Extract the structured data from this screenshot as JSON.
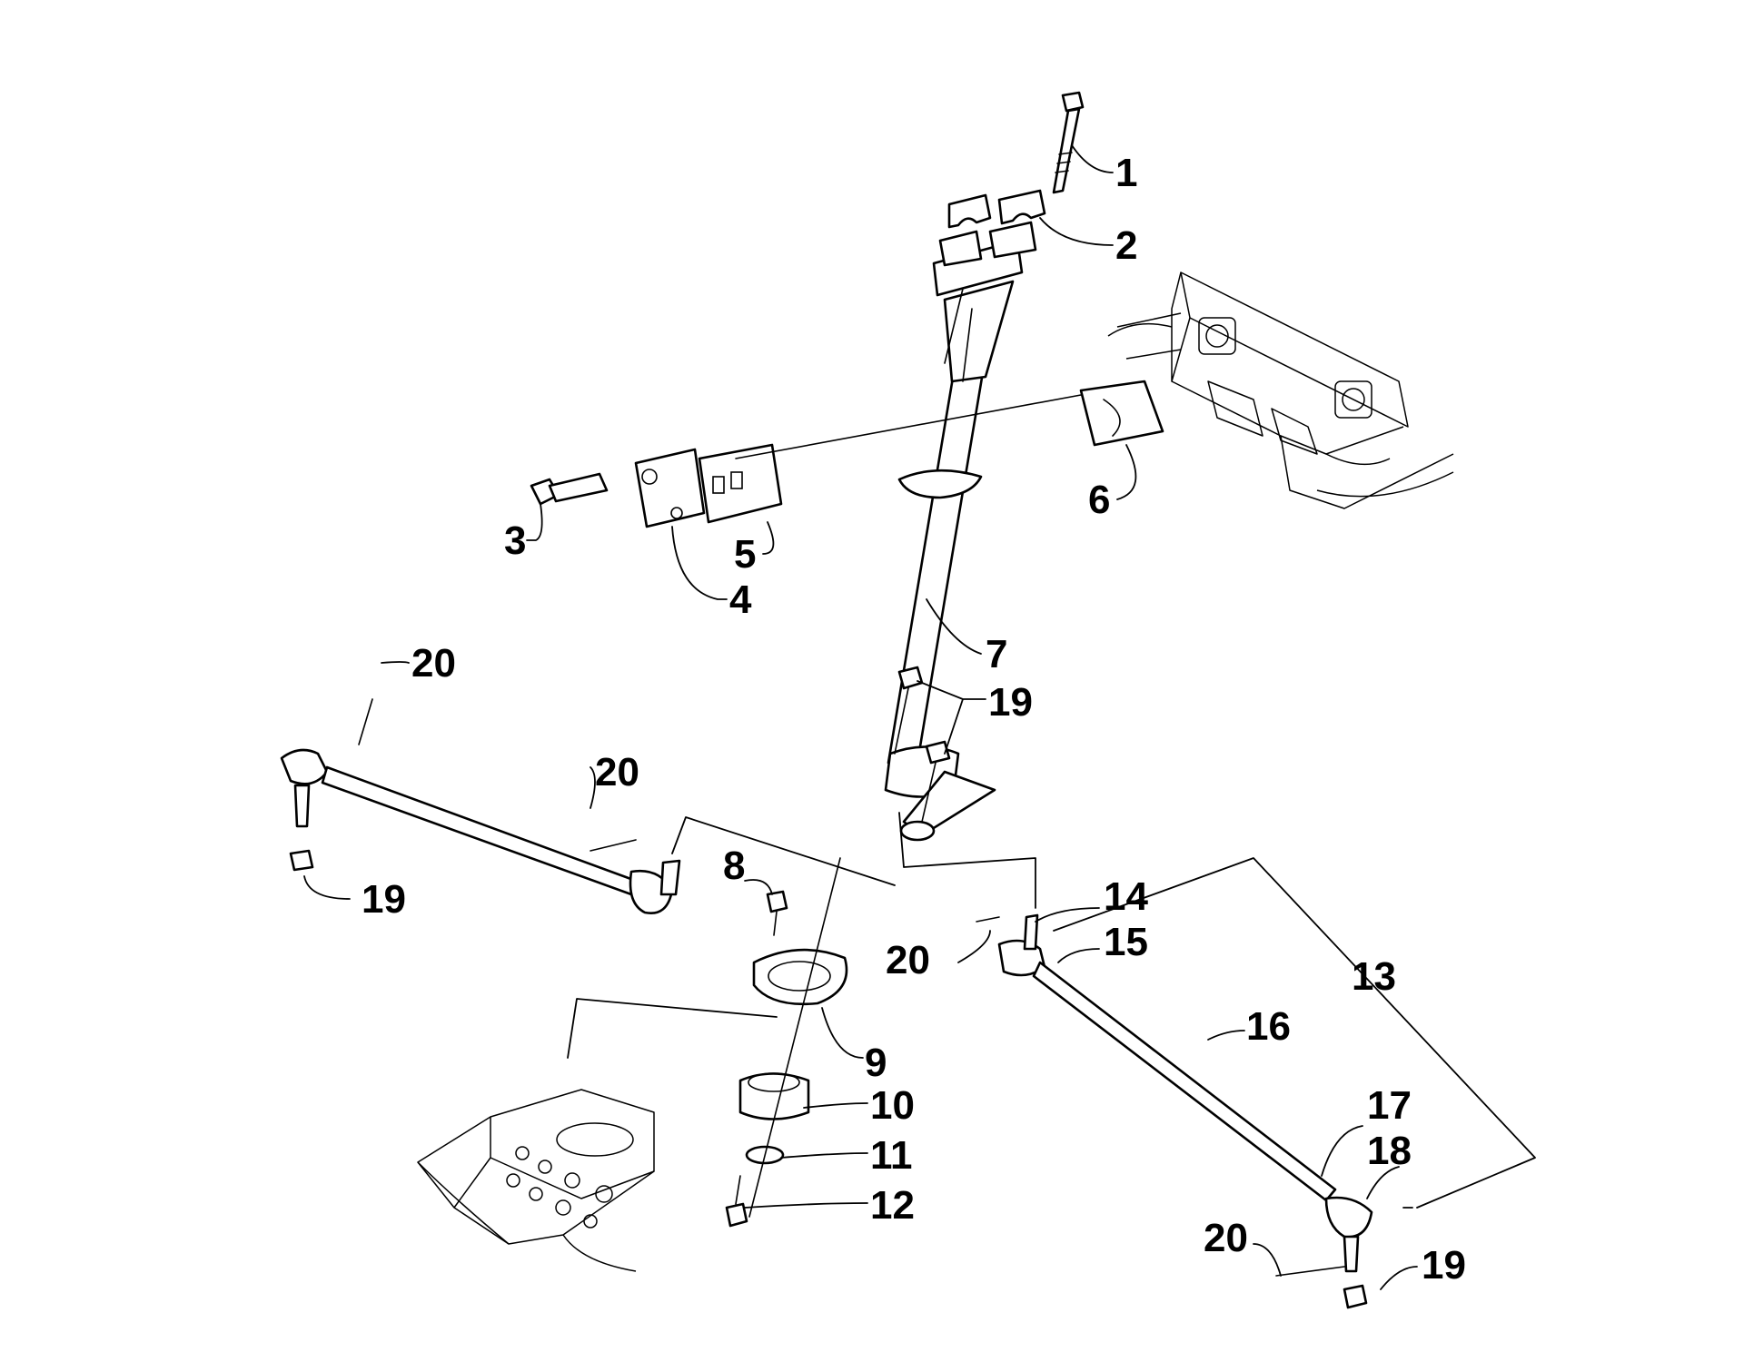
{
  "diagram": {
    "type": "exploded-parts-diagram",
    "line_color": "#000000",
    "background_color": "#ffffff",
    "callouts": [
      {
        "id": "c1",
        "label": "1"
      },
      {
        "id": "c2",
        "label": "2"
      },
      {
        "id": "c3",
        "label": "3"
      },
      {
        "id": "c4",
        "label": "4"
      },
      {
        "id": "c5",
        "label": "5"
      },
      {
        "id": "c6",
        "label": "6"
      },
      {
        "id": "c7",
        "label": "7"
      },
      {
        "id": "c8",
        "label": "8"
      },
      {
        "id": "c9",
        "label": "9"
      },
      {
        "id": "c10",
        "label": "10"
      },
      {
        "id": "c11",
        "label": "11"
      },
      {
        "id": "c12",
        "label": "12"
      },
      {
        "id": "c13",
        "label": "13"
      },
      {
        "id": "c14",
        "label": "14"
      },
      {
        "id": "c15",
        "label": "15"
      },
      {
        "id": "c16",
        "label": "16"
      },
      {
        "id": "c17",
        "label": "17"
      },
      {
        "id": "c18",
        "label": "18"
      },
      {
        "id": "c19a",
        "label": "19"
      },
      {
        "id": "c19b",
        "label": "19"
      },
      {
        "id": "c19c",
        "label": "19"
      },
      {
        "id": "c20a",
        "label": "20"
      },
      {
        "id": "c20b",
        "label": "20"
      },
      {
        "id": "c20c",
        "label": "20"
      },
      {
        "id": "c20d",
        "label": "20"
      }
    ]
  }
}
